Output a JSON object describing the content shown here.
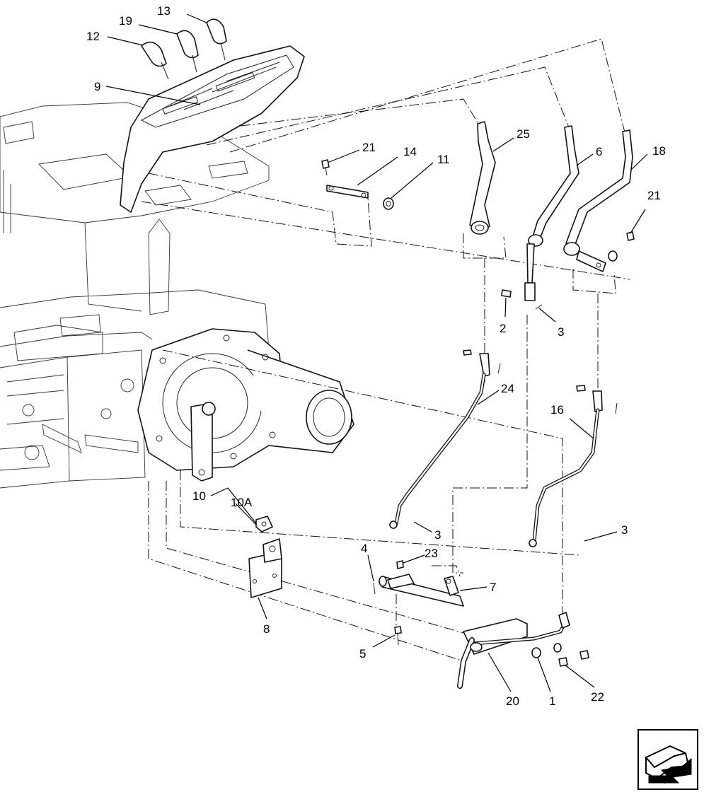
{
  "callouts": [
    {
      "id": "c12",
      "label": "12"
    },
    {
      "id": "c19",
      "label": "19"
    },
    {
      "id": "c13",
      "label": "13"
    },
    {
      "id": "c9",
      "label": "9"
    },
    {
      "id": "c21a",
      "label": "21"
    },
    {
      "id": "c14",
      "label": "14"
    },
    {
      "id": "c11",
      "label": "11"
    },
    {
      "id": "c25",
      "label": "25"
    },
    {
      "id": "c6",
      "label": "6"
    },
    {
      "id": "c18",
      "label": "18"
    },
    {
      "id": "c21b",
      "label": "21"
    },
    {
      "id": "c2",
      "label": "2"
    },
    {
      "id": "c3a",
      "label": "3"
    },
    {
      "id": "c24",
      "label": "24"
    },
    {
      "id": "c16",
      "label": "16"
    },
    {
      "id": "c10",
      "label": "10"
    },
    {
      "id": "c10A",
      "label": "10A"
    },
    {
      "id": "c3b",
      "label": "3"
    },
    {
      "id": "c3c",
      "label": "3"
    },
    {
      "id": "c4",
      "label": "4"
    },
    {
      "id": "c23",
      "label": "23"
    },
    {
      "id": "c7",
      "label": "7"
    },
    {
      "id": "c8",
      "label": "8"
    },
    {
      "id": "c5",
      "label": "5"
    },
    {
      "id": "c20",
      "label": "20"
    },
    {
      "id": "c1",
      "label": "1"
    },
    {
      "id": "c22",
      "label": "22"
    }
  ],
  "navigation": {
    "icon": "previous-page-arrow-icon"
  }
}
